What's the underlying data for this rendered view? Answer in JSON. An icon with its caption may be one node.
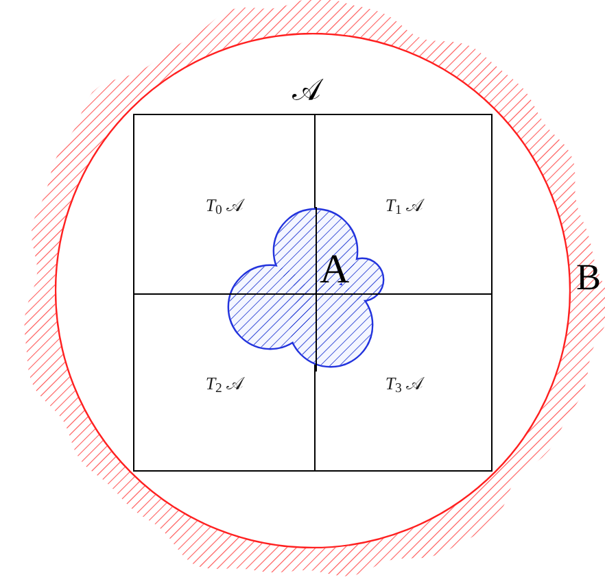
{
  "diagram": {
    "nodes": [
      {
        "text": [
          "B"
        ]
      },
      {
        "text": [
          "𝒜"
        ],
        "in": 0
      },
      {
        "text": [
          "*T*$_{0}$ 𝒜"
        ],
        "in": 1
      },
      {
        "text": [
          "*T*$_{1}$ 𝒜"
        ],
        "in": 1
      },
      {
        "text": [
          "*T*$_{2}$ 𝒜"
        ],
        "in": 1
      },
      {
        "text": [
          "*T*$_{3}$ 𝒜"
        ],
        "in": 1
      },
      {
        "text": [
          "A"
        ],
        "in": 1
      }
    ]
  }
}
